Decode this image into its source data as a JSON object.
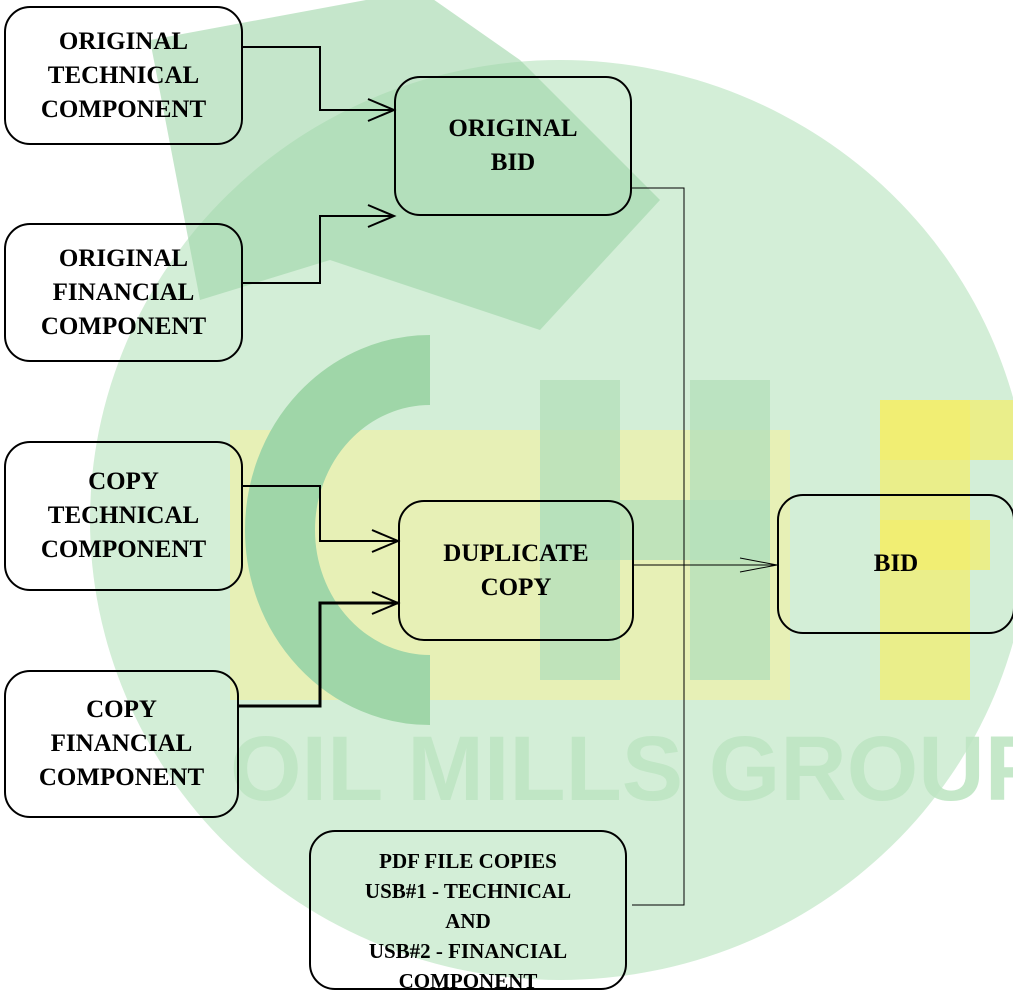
{
  "watermark": {
    "letters": "CHF",
    "caption": "OIL MILLS GROUP",
    "colors": {
      "green": "#3aa35a",
      "light_green": "#bfe6c4",
      "yellow": "#f4ee3c",
      "teal": "#4a9db0"
    }
  },
  "boxes": {
    "original_technical": [
      "ORIGINAL",
      "TECHNICAL",
      "COMPONENT"
    ],
    "original_financial": [
      "ORIGINAL",
      "FINANCIAL",
      "COMPONENT"
    ],
    "copy_technical": [
      "COPY",
      "TECHNICAL",
      "COMPONENT"
    ],
    "copy_financial": [
      "COPY",
      "FINANCIAL",
      "COMPONENT"
    ],
    "original_bid": [
      "ORIGINAL",
      "BID"
    ],
    "duplicate_copy": [
      "DUPLICATE",
      "COPY"
    ],
    "bid": [
      "BID"
    ],
    "pdf_file_copies": [
      "PDF FILE COPIES",
      "USB#1 - TECHNICAL",
      "AND",
      "USB#2 - FINANCIAL",
      "COMPONENT"
    ]
  }
}
